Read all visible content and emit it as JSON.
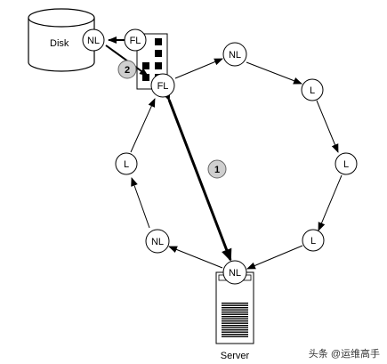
{
  "disk": {
    "label": "Disk"
  },
  "server": {
    "label": "Server"
  },
  "nodes": {
    "nl_disk": "NL",
    "fl_top": "FL",
    "fl_main": "FL",
    "nl_top_right": "NL",
    "l_right_1": "L",
    "l_right_2": "L",
    "l_right_3": "L",
    "nl_server": "NL",
    "nl_left": "NL",
    "l_left": "L"
  },
  "steps": {
    "step1": "1",
    "step2": "2"
  },
  "watermark": "头条 @运维高手"
}
